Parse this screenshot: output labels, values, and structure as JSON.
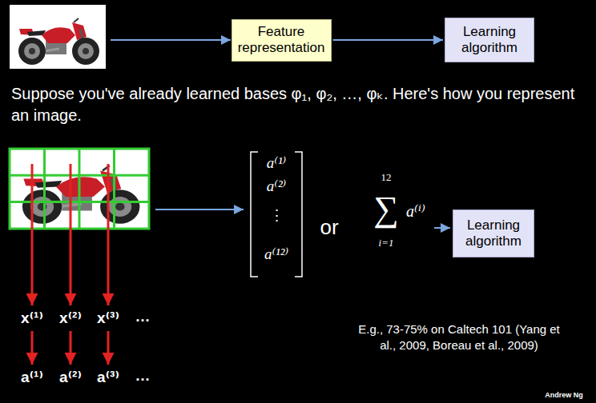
{
  "diagram": {
    "nodes": [
      {
        "text": [
          "Feature representation"
        ]
      },
      {
        "text": [
          "Learning algorithm"
        ]
      },
      {
        "text": [
          "Learning algorithm"
        ]
      }
    ],
    "edges": [
      {
        "from": 0,
        "to": 1,
        "arrow": "to"
      }
    ],
    "labels": [
      "Suppose you've already learned bases φ₁, φ₂, …, φₖ.  Here's how you represent an image.",
      "a⁽¹⁾",
      "a⁽²⁾",
      "⋮",
      "a⁽¹²⁾",
      "or",
      "12",
      "∑",
      "i=1",
      "a⁽ⁱ⁾",
      "x⁽¹⁾",
      "x⁽²⁾",
      "x⁽³⁾",
      "…",
      "a⁽¹⁾",
      "a⁽²⁾",
      "a⁽³⁾",
      "…",
      "E.g., 73-75% on Caltech 101 (Yang et al., 2009, Boreau et al., 2009)",
      "Andrew Ng"
    ]
  }
}
